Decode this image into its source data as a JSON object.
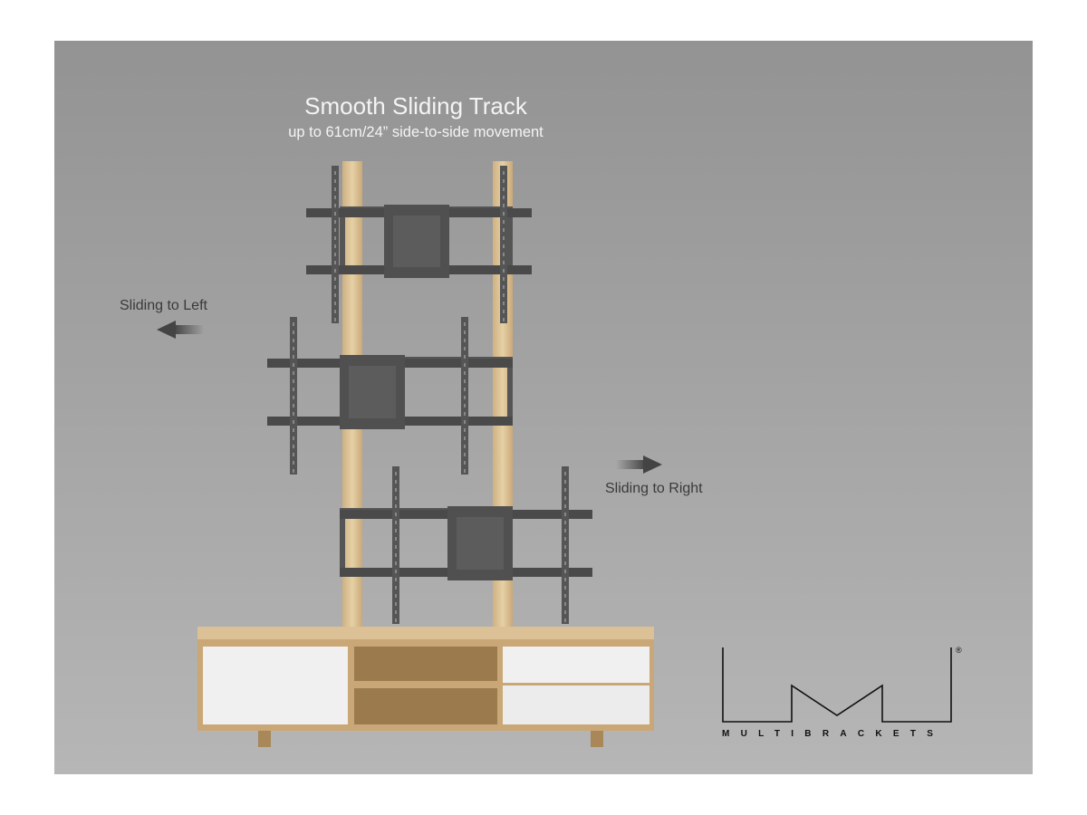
{
  "heading": {
    "title": "Smooth Sliding Track",
    "subtitle": "up to 61cm/24” side-to-side movement"
  },
  "labels": {
    "left": "Sliding to Left",
    "right": "Sliding to Right"
  },
  "logo": {
    "brand": "MULTIBRACKETS",
    "registered": "®"
  },
  "colors": {
    "background": "#a5a5a5",
    "bracket": "#4a4a4a",
    "wood": "#d9bf95",
    "white_panel": "#f0f0f0",
    "text_light": "#f4f4f4",
    "text_dark": "#3a3a3a"
  }
}
